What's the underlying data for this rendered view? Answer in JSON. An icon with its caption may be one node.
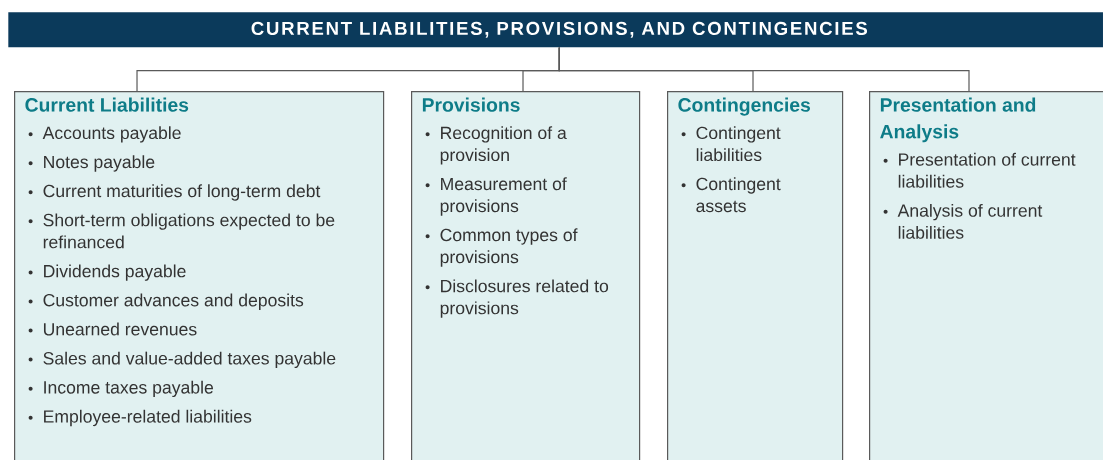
{
  "diagram": {
    "nodes": [
      {
        "text": [
          "CURRENT LIABILITIES, PROVISIONS, AND CONTINGENCIES"
        ]
      },
      {
        "text": [
          "Current Liabilities",
          "Accounts payable",
          "Notes payable",
          "Current maturities of long-term debt",
          "Short-term obligations expected to be refinanced",
          "Dividends payable",
          "Customer advances and deposits",
          "Unearned revenues",
          "Sales and value-added taxes payable",
          "Income taxes payable",
          "Employee-related liabilities"
        ]
      },
      {
        "text": [
          "Provisions",
          "Recognition of a provision",
          "Measurement of provisions",
          "Common types of provisions",
          "Disclosures related to provisions"
        ]
      },
      {
        "text": [
          "Contingencies",
          "Contingent liabilities",
          "Contingent assets"
        ]
      },
      {
        "text": [
          "Presentation and Analysis",
          "Presentation of current liabilities",
          "Analysis of current liabilities"
        ]
      }
    ],
    "edges": [
      {
        "from": 0,
        "to": 1,
        "arrow": "none"
      },
      {
        "from": 0,
        "to": 2,
        "arrow": "none"
      },
      {
        "from": 0,
        "to": 3,
        "arrow": "none"
      },
      {
        "from": 0,
        "to": 4,
        "arrow": "none"
      }
    ]
  }
}
